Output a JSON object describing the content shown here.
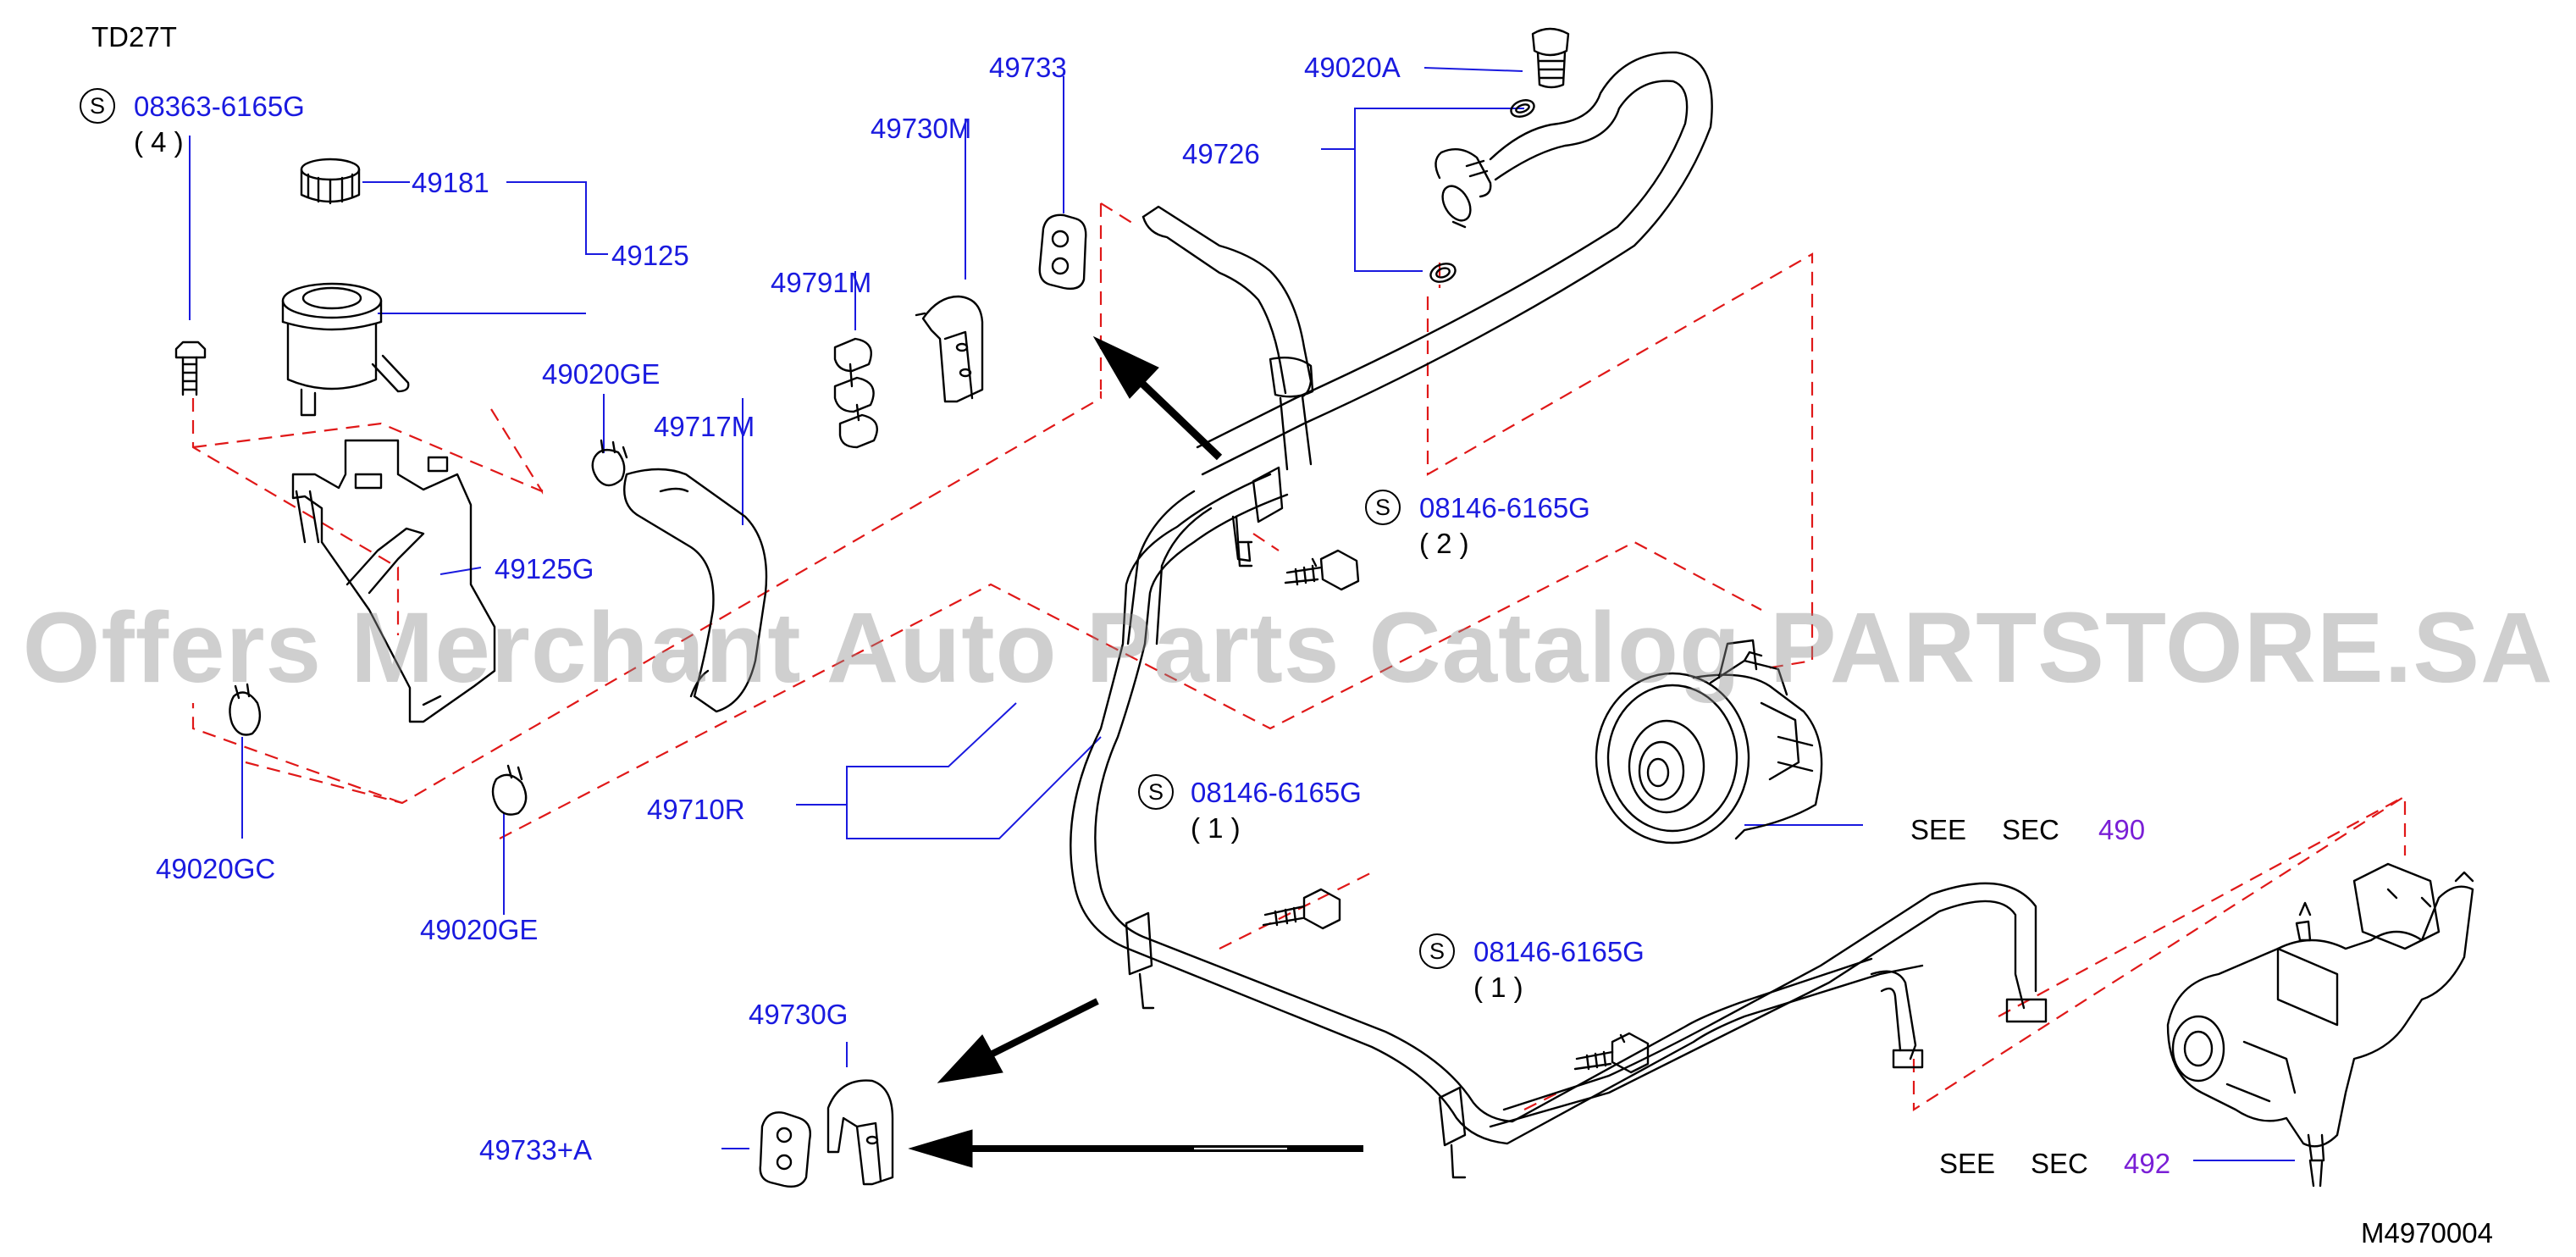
{
  "engine": "TD27T",
  "diagram_code": "M4970004",
  "watermark": "Offers Merchant Auto Parts Catalog PARTSTORE.SA",
  "colors": {
    "label": "#1a1adf",
    "section_link": "#7a1fd6",
    "leader": "#1a1adf",
    "phantom": "#e01818",
    "line": "#000000"
  },
  "standard_mark": "S",
  "bolts": [
    {
      "part": "08363-6165G",
      "qty": "( 4 )"
    },
    {
      "part": "08146-6165G",
      "qty": "( 2 )"
    },
    {
      "part": "08146-6165G",
      "qty": "( 1 )"
    },
    {
      "part": "08146-6165G",
      "qty": "( 1 )"
    }
  ],
  "parts": {
    "p49181": "49181",
    "p49125": "49125",
    "p49125G": "49125G",
    "p49020GE_top": "49020GE",
    "p49717M": "49717M",
    "p49791M": "49791M",
    "p49730M": "49730M",
    "p49733": "49733",
    "p49020A": "49020A",
    "p49726": "49726",
    "p49710R": "49710R",
    "p49020GC": "49020GC",
    "p49020GE_bottom": "49020GE",
    "p49730G": "49730G",
    "p49733A": "49733+A"
  },
  "see": [
    {
      "see": "SEE",
      "sec": "SEC",
      "num": "490"
    },
    {
      "see": "SEE",
      "sec": "SEC",
      "num": "492"
    }
  ]
}
